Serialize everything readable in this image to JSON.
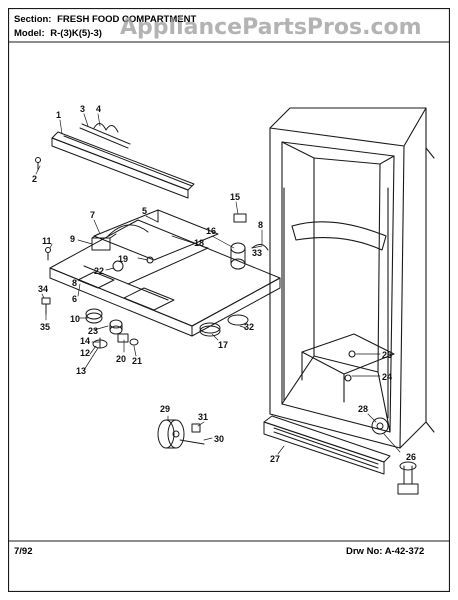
{
  "watermark": "AppliancePartsPros.com",
  "header": {
    "section_prefix": "Section:",
    "section_value": "FRESH FOOD COMPARTMENT",
    "model_prefix": "Model:",
    "model_value": "R-(3)K(5)-3)"
  },
  "footer": {
    "date": "7/92",
    "drawing_number": "Drw No:  A-42-372"
  },
  "callouts": [
    "1",
    "2",
    "3",
    "4",
    "5",
    "6",
    "7",
    "8",
    "9",
    "10",
    "11",
    "12",
    "13",
    "14",
    "15",
    "16",
    "17",
    "18",
    "19",
    "20",
    "21",
    "22",
    "23",
    "24",
    "25",
    "26",
    "27",
    "28",
    "29",
    "30",
    "31",
    "32",
    "33",
    "34",
    "35",
    "8"
  ],
  "colors": {
    "line": "#1a1a1a",
    "watermark": "#9a9a9a",
    "paper": "#ffffff"
  }
}
